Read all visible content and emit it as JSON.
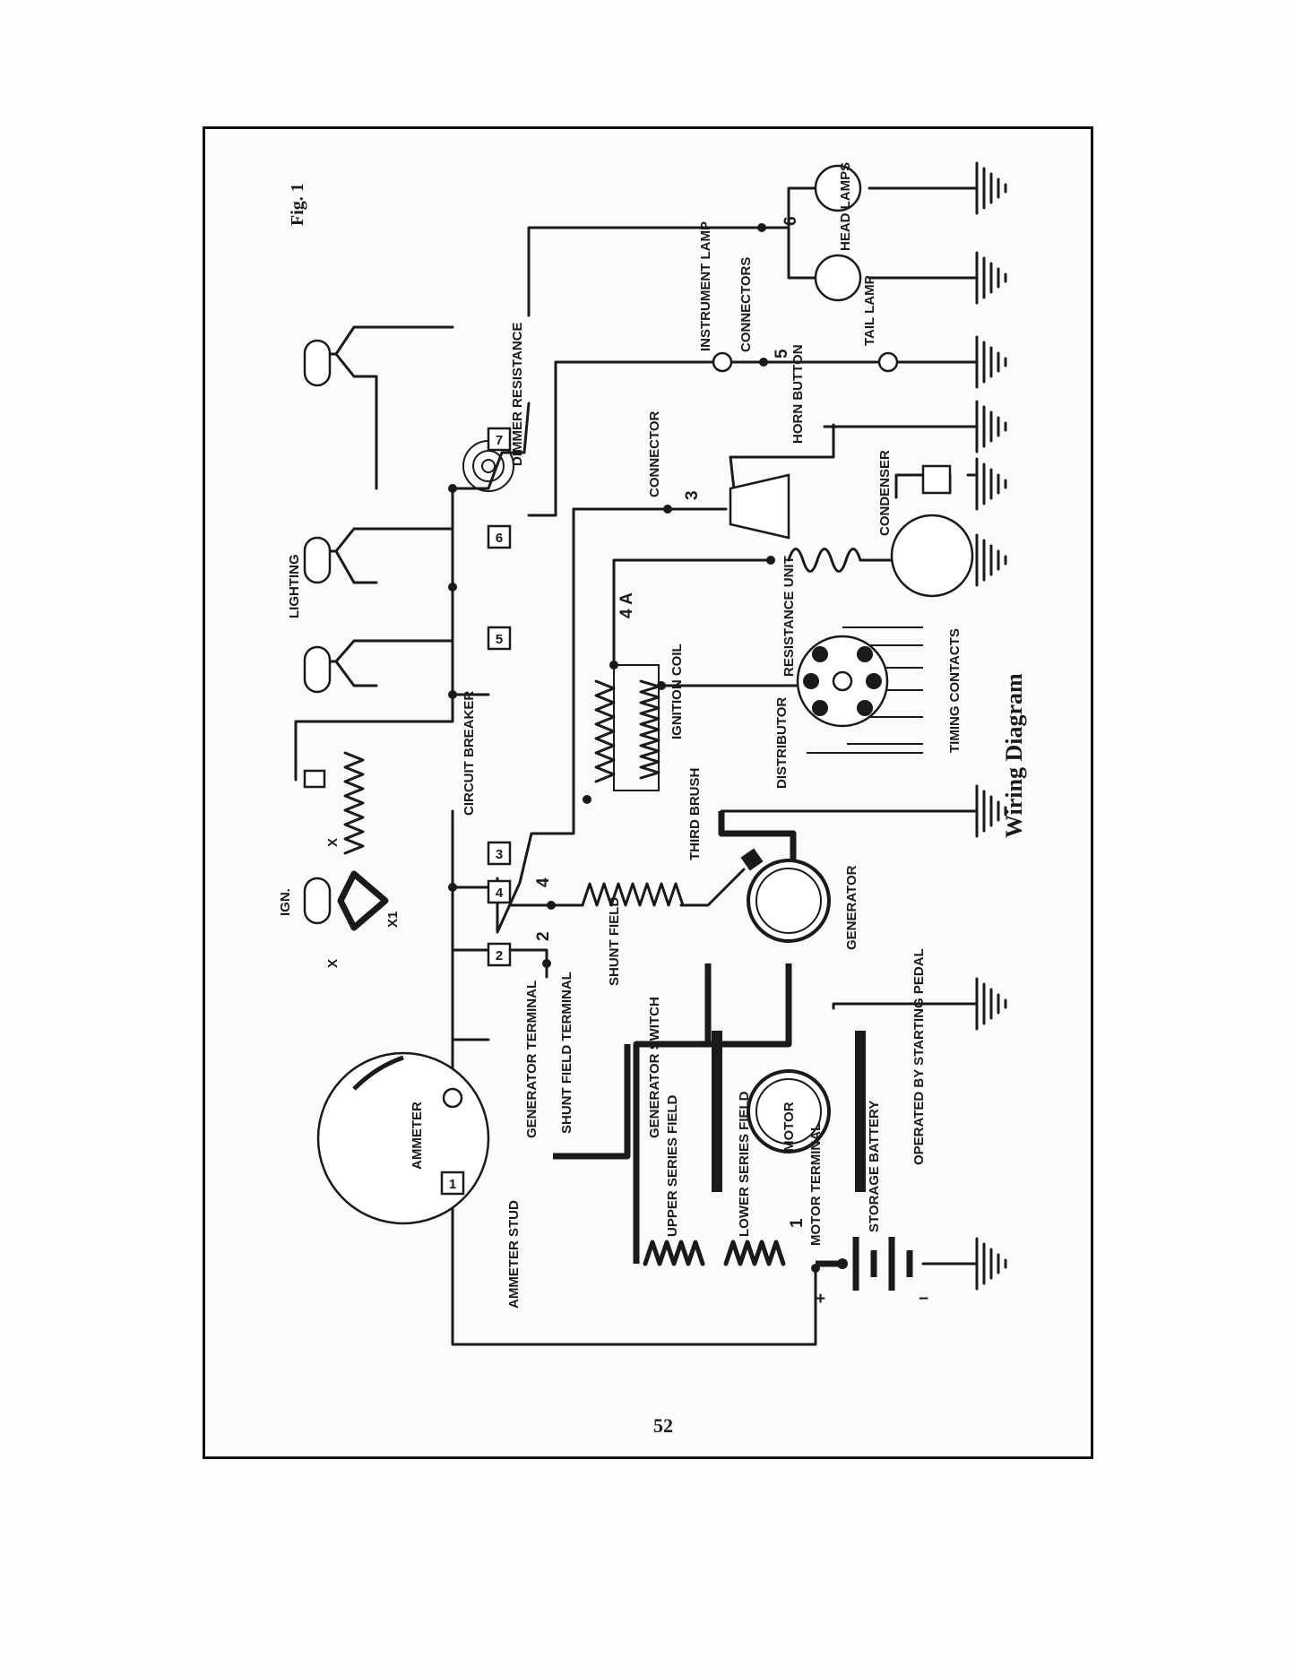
{
  "figure_number": "Fig. 1",
  "caption": "Wiring Diagram",
  "page_number": "52",
  "terminal_numbers": [
    "1",
    "2",
    "3",
    "4",
    "5",
    "6",
    "7"
  ],
  "labels": {
    "lighting": "LIGHTING",
    "dimmer_resistance": "DIMMER RESISTANCE",
    "instrument_lamp": "INSTRUMENT LAMP",
    "connectors": "CONNECTORS",
    "head_lamps": "HEAD LAMPS",
    "tail_lamp": "TAIL LAMP",
    "horn_button": "HORN BUTTON",
    "connector": "CONNECTOR",
    "condenser": "CONDENSER",
    "resistance_unit": "RESISTANCE UNIT",
    "timing_contacts": "TIMING CONTACTS",
    "distributor": "DISTRIBUTOR",
    "ignition_coil": "IGNITION COIL",
    "circuit_breaker": "CIRCUIT BREAKER",
    "ign": "IGN.",
    "x": "X",
    "x1": "X1",
    "third_brush": "THIRD BRUSH",
    "generator": "GENERATOR",
    "shunt_field": "SHUNT FIELD",
    "generator_terminal": "GENERATOR TERMINAL",
    "shunt_field_terminal": "SHUNT FIELD TERMINAL",
    "ammeter": "AMMETER",
    "ammeter_stud": "AMMETER STUD",
    "generator_switch": "GENERATOR SWITCH",
    "motor": "MOTOR",
    "operated_by_starting_pedal": "OPERATED BY STARTING PEDAL",
    "upper_series_field": "UPPER SERIES FIELD",
    "lower_series_field": "LOWER SERIES FIELD",
    "motor_terminal": "MOTOR TERMINAL",
    "storage_battery": "STORAGE BATTERY",
    "plus": "+",
    "minus": "−"
  },
  "wire_numbers": {
    "n1": "1",
    "n2": "2",
    "n3": "3",
    "n4": "4",
    "n4a": "4 A",
    "n5": "5",
    "n6": "6"
  }
}
